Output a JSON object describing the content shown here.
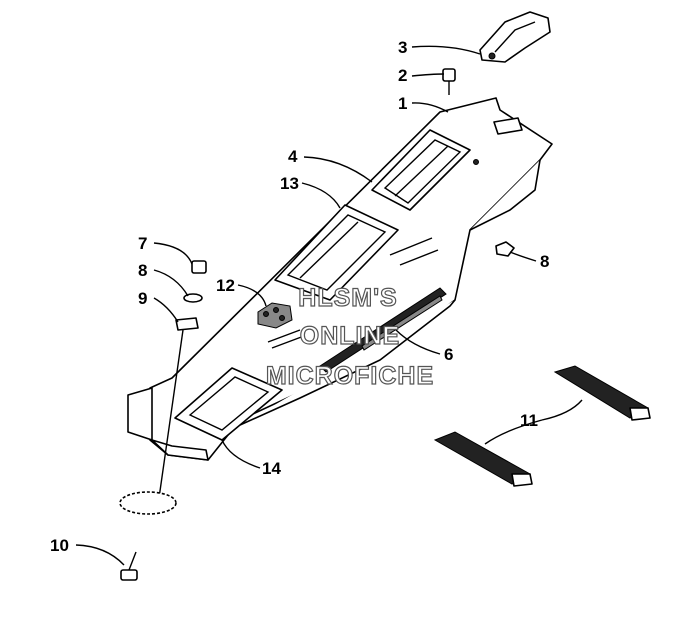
{
  "callouts": [
    {
      "id": "c1",
      "label": "1"
    },
    {
      "id": "c2",
      "label": "2"
    },
    {
      "id": "c3",
      "label": "3"
    },
    {
      "id": "c4",
      "label": "4"
    },
    {
      "id": "c5",
      "label": "6"
    },
    {
      "id": "c6",
      "label": "7"
    },
    {
      "id": "c7",
      "label": "8"
    },
    {
      "id": "c8",
      "label": "9"
    },
    {
      "id": "c9",
      "label": "10"
    },
    {
      "id": "c10",
      "label": "11"
    },
    {
      "id": "c11",
      "label": "12"
    },
    {
      "id": "c12",
      "label": "13"
    },
    {
      "id": "c13",
      "label": "14"
    },
    {
      "id": "c14",
      "label": "8"
    }
  ],
  "watermark": {
    "line1": "HLSM'S",
    "line2": "ONLINE",
    "line3": "MICROFICHE"
  }
}
